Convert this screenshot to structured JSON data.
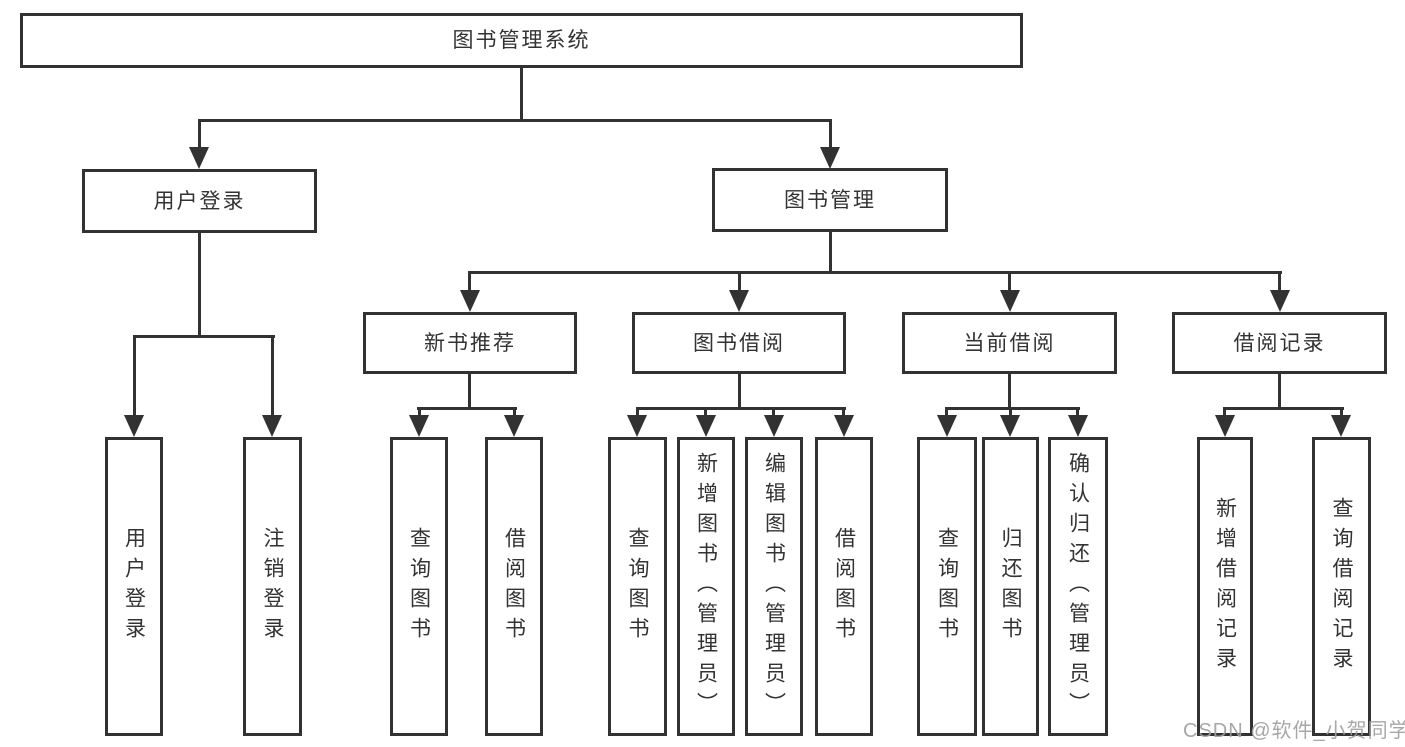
{
  "diagram": {
    "root": {
      "label": "图书管理系统"
    },
    "branches": [
      {
        "label": "用户登录",
        "children": [
          {
            "label": "用户登录"
          },
          {
            "label": "注销登录"
          }
        ]
      },
      {
        "label": "图书管理",
        "groups": [
          {
            "label": "新书推荐",
            "children": [
              {
                "label": "查询图书"
              },
              {
                "label": "借阅图书"
              }
            ]
          },
          {
            "label": "图书借阅",
            "children": [
              {
                "label": "查询图书"
              },
              {
                "label": "新增图书（管理员）"
              },
              {
                "label": "编辑图书（管理员）"
              },
              {
                "label": "借阅图书"
              }
            ]
          },
          {
            "label": "当前借阅",
            "children": [
              {
                "label": "查询图书"
              },
              {
                "label": "归还图书"
              },
              {
                "label": "确认归还（管理员）"
              }
            ]
          },
          {
            "label": "借阅记录",
            "children": [
              {
                "label": "新增借阅记录"
              },
              {
                "label": "查询借阅记录"
              }
            ]
          }
        ]
      }
    ],
    "watermark": "CSDN @软件_小贺同学",
    "colors": {
      "line": "#323232",
      "text": "#333333",
      "background": "#ffffff",
      "watermark": "#a0a0a0"
    }
  }
}
